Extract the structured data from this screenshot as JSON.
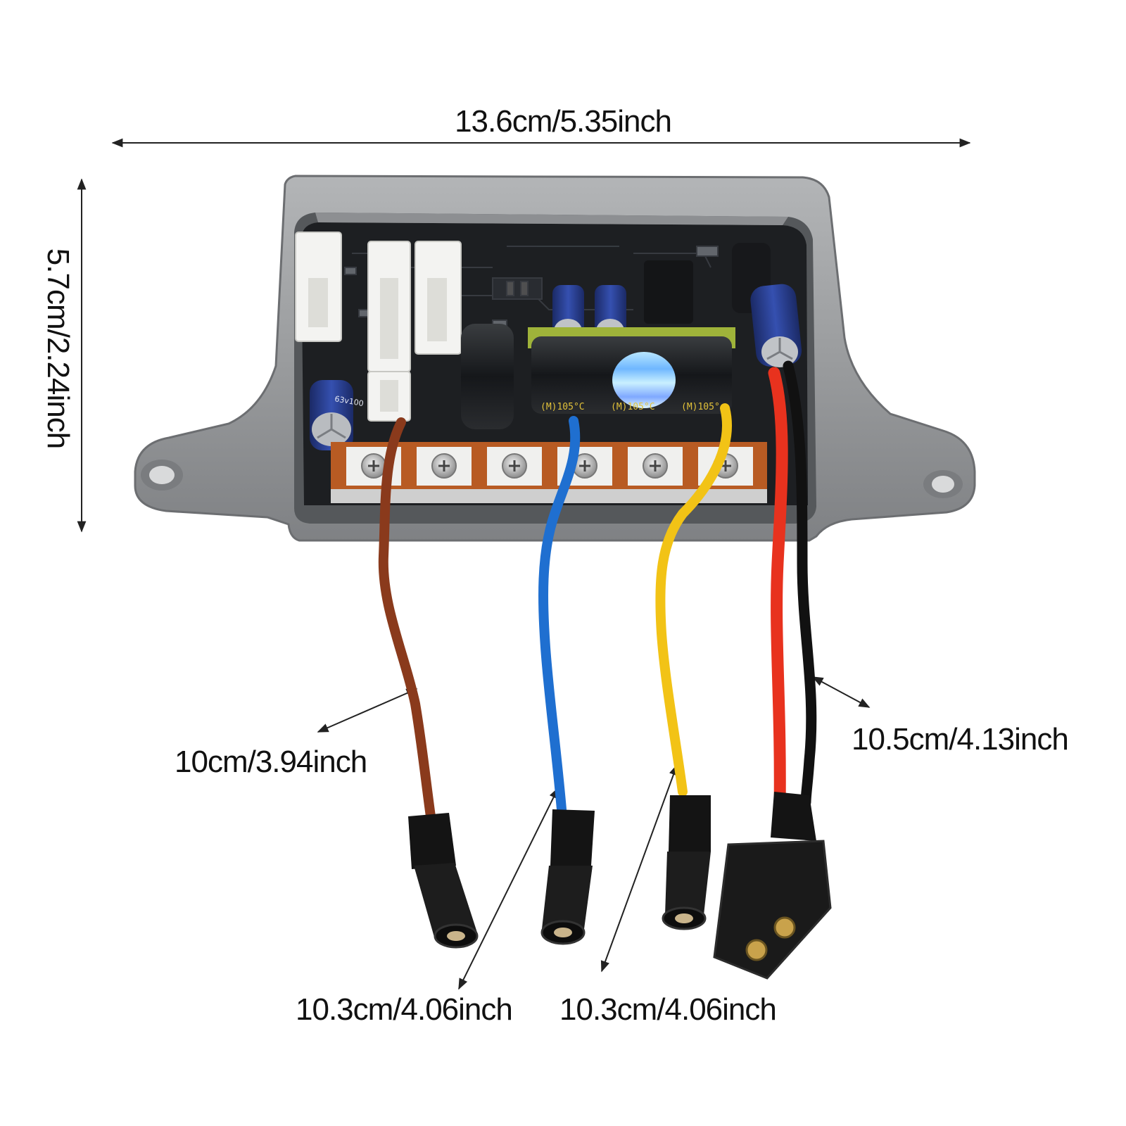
{
  "dimensions": {
    "width": "13.6cm/5.35inch",
    "height": "5.7cm/2.24inch",
    "brown_wire": "10cm/3.94inch",
    "blue_wire": "10.3cm/4.06inch",
    "yellow_wire": "10.3cm/4.06inch",
    "power_wire": "10.5cm/4.13inch"
  },
  "capacitor_markings": {
    "rating_left": "(M)105°C",
    "rating_mid": "(M)105°C",
    "rating_right": "(M)105°",
    "small_cap": "63v100"
  },
  "colors": {
    "housing": "#9a9c9e",
    "pcb": "#1d1f22",
    "wire_brown": "#8a3a1c",
    "wire_blue": "#1f6fd0",
    "wire_yellow": "#f2c316",
    "wire_red": "#e8321e",
    "wire_black": "#111111"
  }
}
